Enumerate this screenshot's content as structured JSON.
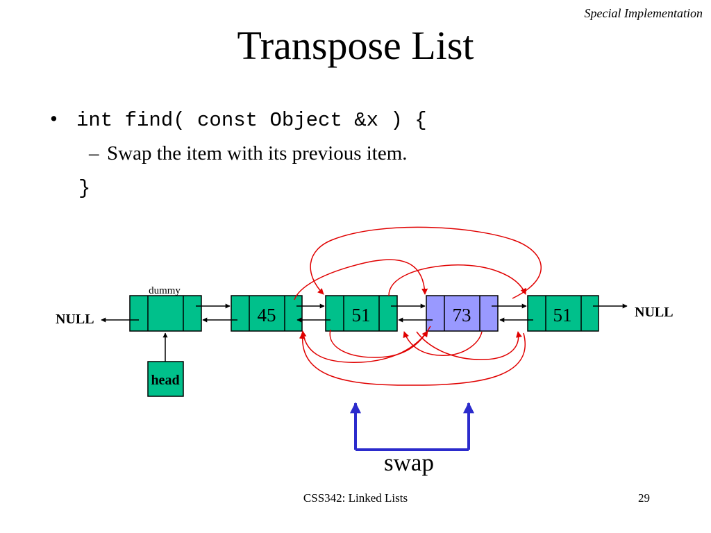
{
  "slide": {
    "header_tag": "Special Implementation",
    "title": "Transpose List",
    "bullet_symbol": "•",
    "bullet_code": "int find( const Object &x ) {",
    "sub_dash": "–",
    "sub_text": "Swap the item with its previous item.",
    "closing_brace": "}",
    "footer": "CSS342: Linked Lists",
    "page_number": "29"
  },
  "diagram": {
    "left_null": "NULL",
    "right_null": "NULL",
    "dummy_label": "dummy",
    "head_label": "head",
    "swap_label": "swap",
    "nodes": [
      {
        "value": ""
      },
      {
        "value": "45"
      },
      {
        "value": "51"
      },
      {
        "value": "73"
      },
      {
        "value": "51"
      }
    ],
    "colors": {
      "node_fill": "#00c08b",
      "highlight_fill": "#9999ff",
      "relink_arrows": "#e00000",
      "swap_bracket": "#2b2bcc",
      "arrows": "#000000"
    }
  }
}
